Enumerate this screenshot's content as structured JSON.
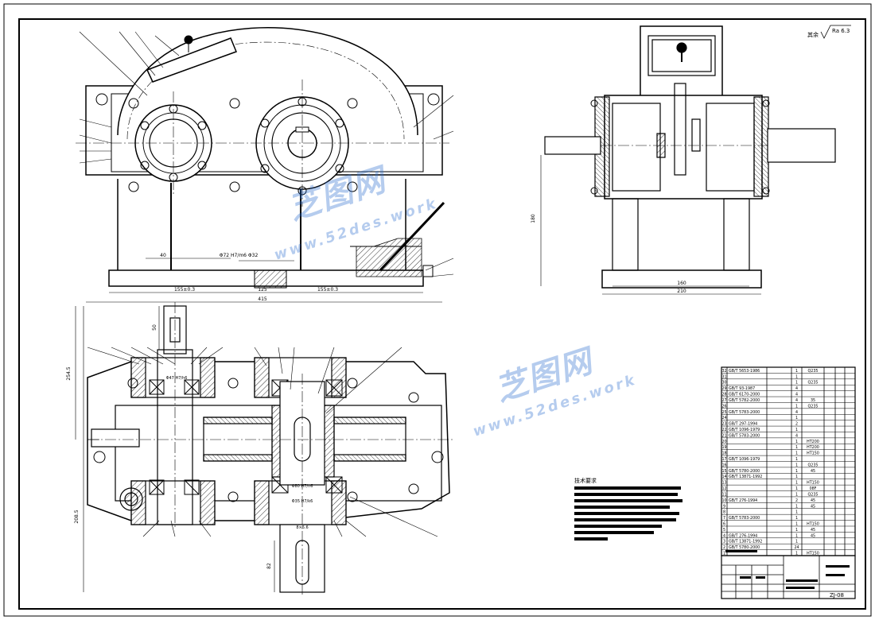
{
  "drawing": {
    "roughness_label": "其余",
    "roughness_value": "Ra 6.3",
    "technical_requirements_title": "技术要求",
    "drawing_number": "ZJ-08"
  },
  "dimensions": {
    "front_width_total": "415",
    "front_span_left": "155±0.3",
    "front_span_right": "155±0.3",
    "front_center": "125",
    "front_dim_a": "40",
    "front_fit": "Φ72 H7/m6 Φ32",
    "side_height": "180",
    "side_width": "210",
    "side_base": "160",
    "plan_width_top": "254.5",
    "plan_width_bottom": "208.5",
    "shaft_dim_top": "50",
    "shaft_dim_bottom": "82",
    "bearing_fit_top": "Φ47 H7/h6",
    "bearing_fit_mid": "Φ35 H7/k6",
    "gear_fit": "Φ80 H7/n6",
    "key_fit": "8×5.6"
  },
  "bom": {
    "rows": [
      {
        "no": "32",
        "code": "GB/T 5653-1986",
        "qty": "1",
        "mat": "Q235"
      },
      {
        "no": "31",
        "code": "",
        "qty": "1",
        "mat": ""
      },
      {
        "no": "30",
        "code": "",
        "qty": "1",
        "mat": "Q235"
      },
      {
        "no": "29",
        "code": "GB/T 93-1987",
        "qty": "4",
        "mat": ""
      },
      {
        "no": "28",
        "code": "GB/T 6170-2000",
        "qty": "4",
        "mat": ""
      },
      {
        "no": "27",
        "code": "GB/T 5782-2000",
        "qty": "4",
        "mat": "35"
      },
      {
        "no": "26",
        "code": "",
        "qty": "1",
        "mat": "Q235"
      },
      {
        "no": "25",
        "code": "GB/T 5783-2000",
        "qty": "4",
        "mat": ""
      },
      {
        "no": "24",
        "code": "",
        "qty": "1",
        "mat": ""
      },
      {
        "no": "23",
        "code": "GB/T 297-1994",
        "qty": "2",
        "mat": ""
      },
      {
        "no": "22",
        "code": "GB/T 1096-1979",
        "qty": "1",
        "mat": ""
      },
      {
        "no": "21",
        "code": "GB/T 5783-2000",
        "qty": "4",
        "mat": ""
      },
      {
        "no": "20",
        "code": "",
        "qty": "1",
        "mat": "HT200"
      },
      {
        "no": "19",
        "code": "",
        "qty": "1",
        "mat": "HT200"
      },
      {
        "no": "18",
        "code": "",
        "qty": "1",
        "mat": "HT150"
      },
      {
        "no": "17",
        "code": "GB/T 1096-1979",
        "qty": "1",
        "mat": ""
      },
      {
        "no": "16",
        "code": "",
        "qty": "1",
        "mat": "Q235"
      },
      {
        "no": "15",
        "code": "GB/T 5780-2000",
        "qty": "1",
        "mat": "45"
      },
      {
        "no": "14",
        "code": "GB/T 13871-1992",
        "qty": "1",
        "mat": ""
      },
      {
        "no": "13",
        "code": "",
        "qty": "1",
        "mat": "HT150"
      },
      {
        "no": "12",
        "code": "",
        "qty": "1",
        "mat": "08F"
      },
      {
        "no": "11",
        "code": "",
        "qty": "1",
        "mat": "Q235"
      },
      {
        "no": "10",
        "code": "GB/T 276-1994",
        "qty": "2",
        "mat": "45"
      },
      {
        "no": "9",
        "code": "",
        "qty": "1",
        "mat": "45"
      },
      {
        "no": "8",
        "code": "",
        "qty": "1",
        "mat": ""
      },
      {
        "no": "7",
        "code": "GB/T 5783-2000",
        "qty": "1",
        "mat": ""
      },
      {
        "no": "6",
        "code": "",
        "qty": "1",
        "mat": "HT150"
      },
      {
        "no": "5",
        "code": "",
        "qty": "1",
        "mat": "45"
      },
      {
        "no": "4",
        "code": "GB/T 276-1994",
        "qty": "1",
        "mat": "45"
      },
      {
        "no": "3",
        "code": "GB/T 13871-1992",
        "qty": "1",
        "mat": ""
      },
      {
        "no": "2",
        "code": "GB/T 5780-2000",
        "qty": "24",
        "mat": ""
      },
      {
        "no": "1",
        "code": "",
        "qty": "1",
        "mat": "HT150"
      }
    ]
  },
  "watermarks": {
    "cn_1": "芝图网",
    "url_1": "www.52des.work",
    "cn_2": "芝图网",
    "url_2": "www.52des.work"
  },
  "colors": {
    "line": "#000000",
    "hidden": "#000000",
    "watermark": "#2f6fd1",
    "redacted": "#000000"
  }
}
